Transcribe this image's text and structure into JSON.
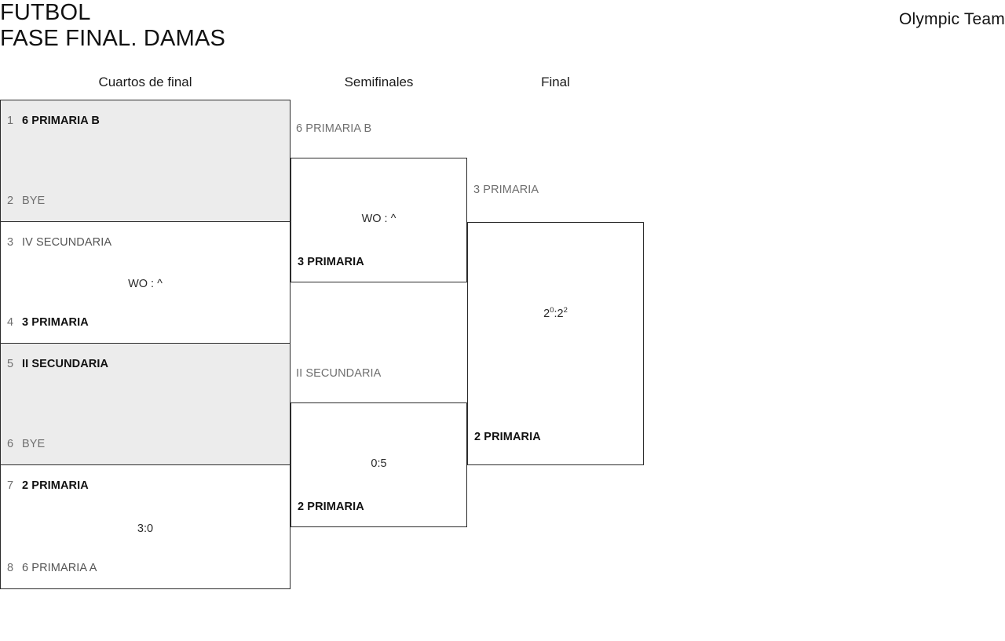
{
  "header": {
    "title_line1": "FUTBOL",
    "title_line2": "FASE FINAL. DAMAS",
    "brand": "Olympic Team"
  },
  "rounds": [
    {
      "label": "Cuartos de final"
    },
    {
      "label": "Semifinales"
    },
    {
      "label": "Final"
    }
  ],
  "bracket": {
    "quarterfinals": [
      {
        "shaded": true,
        "top": {
          "seed": "1",
          "team": "6 PRIMARIA B",
          "result": "winner"
        },
        "bottom": {
          "seed": "2",
          "team": "BYE",
          "result": "bye"
        },
        "score": ""
      },
      {
        "shaded": false,
        "top": {
          "seed": "3",
          "team": "IV SECUNDARIA",
          "result": "loser"
        },
        "bottom": {
          "seed": "4",
          "team": "3 PRIMARIA",
          "result": "winner"
        },
        "score": "WO : ^"
      },
      {
        "shaded": true,
        "top": {
          "seed": "5",
          "team": "II SECUNDARIA",
          "result": "winner"
        },
        "bottom": {
          "seed": "6",
          "team": "BYE",
          "result": "bye"
        },
        "score": ""
      },
      {
        "shaded": false,
        "top": {
          "seed": "7",
          "team": "2 PRIMARIA",
          "result": "winner"
        },
        "bottom": {
          "seed": "8",
          "team": "6 PRIMARIA A",
          "result": "loser"
        },
        "score": "3:0"
      }
    ],
    "semifinals": [
      {
        "feeder_label": "6 PRIMARIA B",
        "winner": "3 PRIMARIA",
        "score": "WO : ^"
      },
      {
        "feeder_label": "II SECUNDARIA",
        "winner": "2 PRIMARIA",
        "score": "0:5"
      }
    ],
    "final": {
      "feeder_label": "3 PRIMARIA",
      "winner": "2 PRIMARIA",
      "score_home": "2",
      "score_home_sup": "0",
      "score_sep": ":",
      "score_away": "2",
      "score_away_sup": "2"
    }
  }
}
